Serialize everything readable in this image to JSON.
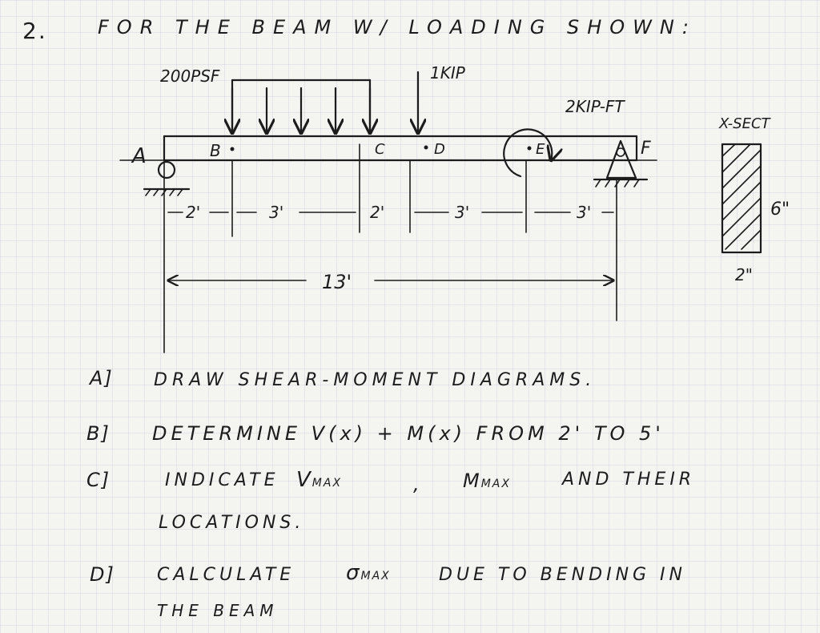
{
  "problem": {
    "number": "2.",
    "heading": "FOR THE BEAM W/ LOADING SHOWN:"
  },
  "diagram": {
    "distributed_load": "200PSF",
    "point_load": "1KIP",
    "moment_load": "2KIP-FT",
    "points": {
      "a": "A",
      "b": "B",
      "c": "C",
      "d": "D",
      "e": "E",
      "f": "F"
    },
    "spans": [
      "2'",
      "3'",
      "2'",
      "3'",
      "3'"
    ],
    "total_length": "13'",
    "cross_section": {
      "label": "X-SECT",
      "height": "6\"",
      "width": "2\""
    }
  },
  "tasks": {
    "a": {
      "marker": "A]",
      "text": "DRAW SHEAR-MOMENT DIAGRAMS."
    },
    "b": {
      "marker": "B]",
      "text": "DETERMINE V(x) + M(x) FROM 2' TO 5'"
    },
    "c": {
      "marker": "C]",
      "text_1": "INDICATE",
      "v": "V",
      "v_sub": "MAX",
      "comma": ",",
      "m": "M",
      "m_sub": "MAX",
      "text_2": "AND THEIR",
      "text_3": "LOCATIONS."
    },
    "d": {
      "marker": "D]",
      "text_1": "CALCULATE",
      "sigma": "σ",
      "sigma_sub": "MAX",
      "text_2": "DUE TO BENDING IN",
      "text_3": "THE BEAM"
    }
  }
}
